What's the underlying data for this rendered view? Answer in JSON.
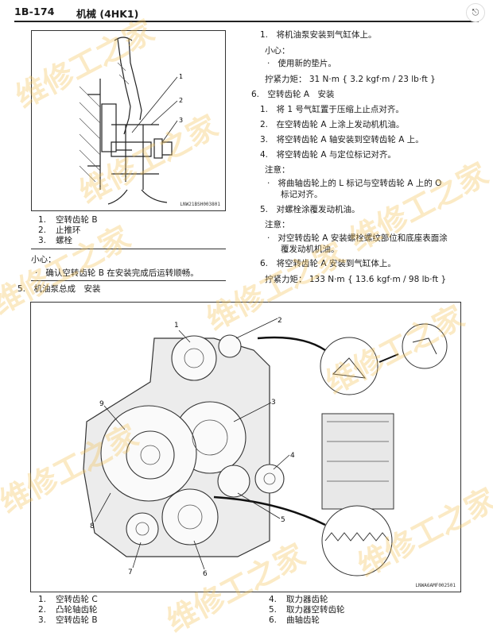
{
  "header": {
    "page": "1B-174",
    "title": "机械 (4HK1)"
  },
  "fig1": {
    "caption": "LNW21BSH003801",
    "callouts": [
      "1",
      "2",
      "3"
    ],
    "legend": [
      {
        "n": "1.",
        "text": "空转齿轮 B"
      },
      {
        "n": "2.",
        "text": "止推环"
      },
      {
        "n": "3.",
        "text": "螺栓"
      }
    ]
  },
  "left": {
    "caution_title": "小心：",
    "caution_text": "确认空转齿轮 B 在安装完成后运转顺畅。",
    "step5": "5.　机油泵总成　安装"
  },
  "right": {
    "s1": "1.　将机油泵安装到气缸体上。",
    "caution_title": "小心：",
    "caution_bullet": "使用新的垫片。",
    "torque1": "拧紧力矩：  31 N·m { 3.2 kgf·m / 23 lb·ft }",
    "step6": "6.　空转齿轮 A　安装",
    "a1": "1.　将 1 号气缸置于压缩上止点对齐。",
    "a2": "2.　在空转齿轮 A 上涂上发动机机油。",
    "a3": "3.　将空转齿轮 A 轴安装到空转齿轮 A 上。",
    "a4": "4.　将空转齿轮 A 与定位标记对齐。",
    "note1_title": "注意：",
    "note1_line1": "将曲轴齿轮上的 L 标记与空转齿轮 A 上的 O",
    "note1_line2": "标记对齐。",
    "a5": "5.　对螺栓涂覆发动机油。",
    "note2_title": "注意：",
    "note2_line1": "对空转齿轮 A 安装螺栓螺纹部位和底座表面涂",
    "note2_line2": "覆发动机机油。",
    "a6": "6.　将空转齿轮 A 安装到气缸体上。",
    "torque2": "拧紧力矩：  133 N·m { 13.6 kgf·m / 98 lb·ft }"
  },
  "fig2": {
    "caption": "LNWA6AMF002501",
    "callouts": [
      "1",
      "2",
      "3",
      "4",
      "5",
      "6",
      "7",
      "8",
      "9"
    ]
  },
  "bottom_legend": {
    "left": [
      {
        "n": "1.",
        "text": "空转齿轮 C"
      },
      {
        "n": "2.",
        "text": "凸轮轴齿轮"
      },
      {
        "n": "3.",
        "text": "空转齿轮 B"
      }
    ],
    "right": [
      {
        "n": "4.",
        "text": "取力器齿轮"
      },
      {
        "n": "5.",
        "text": "取力器空转齿轮"
      },
      {
        "n": "6.",
        "text": "曲轴齿轮"
      }
    ]
  },
  "watermark": "维修工之家"
}
